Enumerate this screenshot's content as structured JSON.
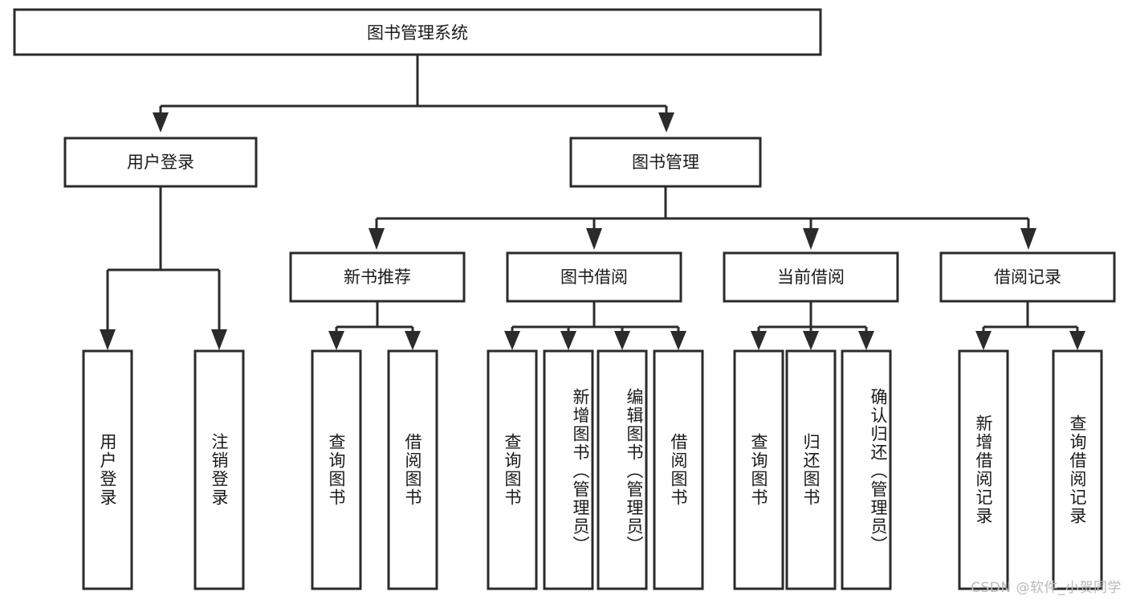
{
  "diagram": {
    "type": "tree-hierarchy",
    "orientation": "top-down",
    "root": {
      "id": "root",
      "label": "图书管理系统"
    },
    "level1": [
      {
        "id": "user-login",
        "label": "用户登录"
      },
      {
        "id": "book-management",
        "label": "图书管理"
      }
    ],
    "level2": [
      {
        "id": "new-book-recommend",
        "label": "新书推荐",
        "parent": "book-management"
      },
      {
        "id": "book-borrow",
        "label": "图书借阅",
        "parent": "book-management"
      },
      {
        "id": "current-borrow",
        "label": "当前借阅",
        "parent": "book-management"
      },
      {
        "id": "borrow-record",
        "label": "借阅记录",
        "parent": "book-management"
      }
    ],
    "leaves": {
      "user-login": [
        {
          "id": "leaf-user-login",
          "label": "用户登录"
        },
        {
          "id": "leaf-user-logout",
          "label": "注销登录"
        }
      ],
      "new-book-recommend": [
        {
          "id": "leaf-query-book-1",
          "label": "查询图书"
        },
        {
          "id": "leaf-borrow-book-1",
          "label": "借阅图书"
        }
      ],
      "book-borrow": [
        {
          "id": "leaf-query-book-2",
          "label": "查询图书"
        },
        {
          "id": "leaf-add-book",
          "label": "新增图书（管理员）"
        },
        {
          "id": "leaf-edit-book",
          "label": "编辑图书（管理员）"
        },
        {
          "id": "leaf-borrow-book-2",
          "label": "借阅图书"
        }
      ],
      "current-borrow": [
        {
          "id": "leaf-query-book-3",
          "label": "查询图书"
        },
        {
          "id": "leaf-return-book",
          "label": "归还图书"
        },
        {
          "id": "leaf-confirm-return",
          "label": "确认归还（管理员）"
        }
      ],
      "borrow-record": [
        {
          "id": "leaf-add-record",
          "label": "新增借阅记录"
        },
        {
          "id": "leaf-query-record",
          "label": "查询借阅记录"
        }
      ]
    }
  },
  "watermark": {
    "text": "CSDN @软件_小贺同学"
  },
  "colors": {
    "stroke": "#2b2b2b",
    "fill": "#ffffff",
    "text": "#1a1a1a",
    "watermark": "#b9b9b9"
  }
}
